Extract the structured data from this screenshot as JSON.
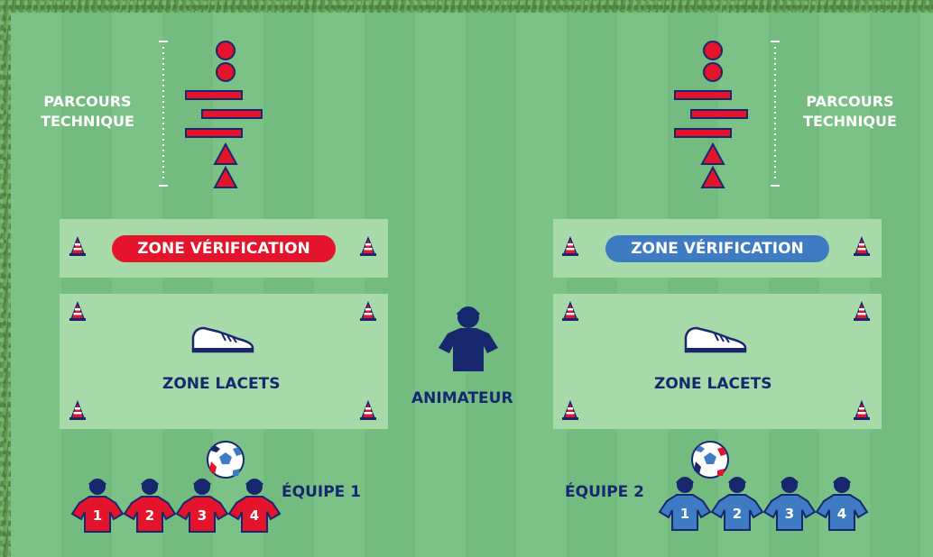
{
  "labels": {
    "parcours_left": "PARCOURS\nTECHNIQUE",
    "parcours_right": "PARCOURS\nTECHNIQUE",
    "zone_verification_left": "ZONE VÉRIFICATION",
    "zone_verification_right": "ZONE VÉRIFICATION",
    "zone_lacets_left": "ZONE LACETS",
    "zone_lacets_right": "ZONE LACETS",
    "animateur": "ANIMATEUR",
    "equipe_1": "ÉQUIPE 1",
    "equipe_2": "ÉQUIPE 2"
  },
  "team_1": {
    "numbers": [
      "1",
      "2",
      "3",
      "4"
    ]
  },
  "team_2": {
    "numbers": [
      "1",
      "2",
      "3",
      "4"
    ]
  },
  "colors": {
    "field_green": "#7cc287",
    "zone_box": "#a8d9a8",
    "red": "#e3142b",
    "blue": "#3e7bc2",
    "navy": "#17286e"
  },
  "icons": [
    "cone-icon",
    "shoe-icon",
    "ball-icon",
    "player-icon",
    "animateur-icon",
    "ring-marker-icon",
    "hurdle-icon",
    "triangle-cone-icon"
  ]
}
